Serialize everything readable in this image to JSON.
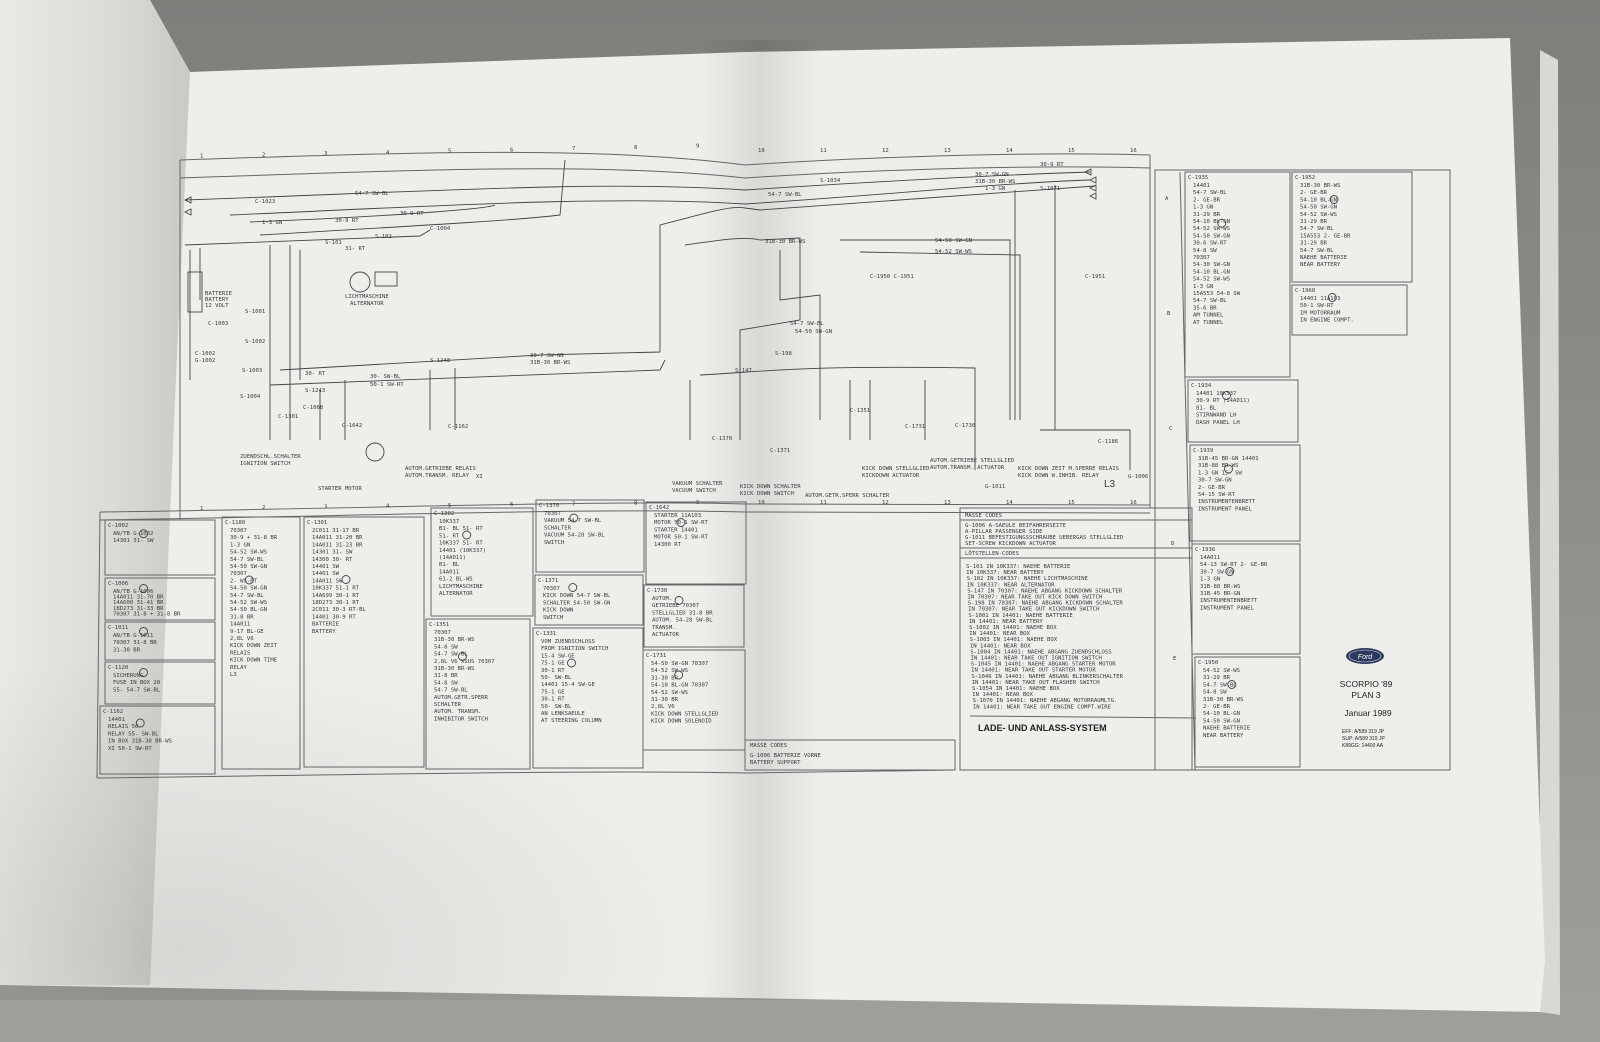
{
  "title_block": {
    "brand": "Ford",
    "model": "SCORPIO '89",
    "plan": "PLAN 3",
    "date": "Januar 1989",
    "refs": [
      "EFF: A/589 319 JP",
      "SUP: A/589 319 JP",
      "K89GG: 14400 AA"
    ]
  },
  "system_title": "LADE- UND ANLASS-SYSTEM",
  "grid_numbers": [
    "1",
    "2",
    "3",
    "4",
    "5",
    "6",
    "7",
    "8",
    "9",
    "10",
    "11",
    "12",
    "13",
    "14",
    "15",
    "16"
  ],
  "side_grid_letters": [
    "A",
    "B",
    "C",
    "D",
    "E"
  ],
  "masse_codes": {
    "heading": "MASSE CODES",
    "lines": [
      "G-1006 A-SAEULE BEIFAHRERSEITE",
      "       A-PILLAR PASSENGER SIDE",
      "G-1011 BEFESTIGUNGSSCHRAUBE UEBERGAS STELLGLIED",
      "       SET-SCREW KICKDOWN ACTUATOR"
    ]
  },
  "loetstellen_codes": {
    "heading": "LÖTSTELLEN-CODES",
    "lines": [
      "S-101  IN 10K337: NAEHE BATTERIE",
      "       IN 10K337: NEAR BATTERY",
      "S-102  IN 10K337: NAEHE LICHTMASCHINE",
      "       IN 10K337: NEAR ALTERNATOR",
      "S-147  IN 70307: NAEHE ABGANG KICKDOWN SCHALTER",
      "       IN 70307: NEAR TAKE OUT KICK DOWN SWITCH",
      "S-198  IN 70307: NAEHE ABGANG KICKDOWN SCHALTER",
      "       IN 70307: NEAR TAKE OUT KICKDOWN SWITCH",
      "S-1001 IN 14401: NAEHE BATTERIE",
      "       IN 14401: NEAR BATTERY",
      "S-1002 IN 14401: NAEHE BOX",
      "       IN 14401: NEAR BOX",
      "S-1003 IN 14401: NAEHE BOX",
      "       IN 14401: NEAR BOX",
      "S-1004 IN 14401: NAEHE ABGANG ZUENDSCHLOSS",
      "       IN 14401: NEAR TAKE OUT IGNITION SWITCH",
      "S-1045 IN 14401: NAEHE ABGANG STARTER MOTOR",
      "       IN 14401: NEAR TAKE OUT STARTER MOTOR",
      "S-1046 IN 14401: NAEHE ABGANG BLINKERSCHALTER",
      "       IN 14401: NEAR TAKE OUT FLASHER SWITCH",
      "S-1054 IN 14401: NAEHE BOX",
      "       IN 14401: NEAR BOX",
      "S-1070 IN 14401: NAEHE ABGANG MOTORRAUMLTG.",
      "       IN 14401: NEAR TAKE OUT ENGINE COMPT.WIRE"
    ]
  },
  "ground_codes": {
    "heading": "MASSE CODES",
    "lines": [
      "G-1006 BATTERIE VORNE",
      "BATTERY SUPPORT"
    ]
  },
  "diagram_labels": [
    "C-1023",
    "54-7 SW-BL",
    "1-3 GN",
    "30-9 RT",
    "30-9 RT",
    "C-1004",
    "S-101",
    "S-102",
    "31- RT",
    "LICHTMASCHINE",
    "ALTERNATOR",
    "BATTERIE",
    "BATTERY",
    "12 VOLT",
    "C-1003",
    "C-1002",
    "G-1002",
    "S-1001",
    "S-1002",
    "S-1003",
    "S-1004",
    "30- RT",
    "30- SW-BL",
    "50-1 SW-RT",
    "S-1243",
    "C-1301",
    "C-1068",
    "C-1642",
    "C-1162",
    "ZUENDSCHL.SCHALTER",
    "IGNITION SWITCH",
    "STARTER MOTOR",
    "AUTOM.GETRIEBE RELAIS",
    "AUTOM.TRANSM. RELAY",
    "S-1248",
    "30-7 SW-GN",
    "31B-30 BR-WS",
    "30-9 RT",
    "30-7 SW-GN",
    "31B-30 BR-WS",
    "1-3 GN",
    "S-1071",
    "54-7 SW-BL",
    "S-1034",
    "31B-30 BR-WS",
    "54-50 SW-GN",
    "54-52 SW-WS",
    "C-1950 C-1951",
    "C-1951",
    "54-7 SW-BL",
    "54-50 SW-GN",
    "S-198",
    "S-147",
    "C-1370",
    "C-1371",
    "C-1351",
    "C-1731",
    "C-1730",
    "C-1186",
    "VAKUUM SCHALTER",
    "VACUUM SWITCH",
    "KICK DOWN SCHALTER",
    "KICK DOWN SWITCH",
    "AUTOM.GETR.SPERR SCHALTER",
    "KICK DOWN STELLGLIED",
    "KICKDOWN ACTUATOR",
    "AUTOM.GETRIEBE STELLGLIED",
    "AUTOM.TRANSM. ACTUATOR",
    "KICK DOWN ZEIT M.SPERRE RELAIS",
    "KICK DOWN W.INHIB. RELAY",
    "L3",
    "G-1011",
    "G-1006",
    "XI"
  ],
  "connector_boxes": [
    {
      "id": "C-1002",
      "lines": [
        "AN/TB G-1002",
        "14301   31- SW"
      ]
    },
    {
      "id": "C-1006",
      "lines": [
        "AN/TB G-1006",
        "14A011  31-70 BR",
        "14A600  31-41 BR",
        "18D273  31-33 BR",
        "70307  31-8 + 31-8 BR"
      ]
    },
    {
      "id": "C-1011",
      "lines": [
        "AN/TB G-1011",
        "70307  31-8 BR",
        "       31-30 BR"
      ]
    },
    {
      "id": "C-1120",
      "lines": [
        "SICHERUNG",
        "FUSE IN BOX   20",
        "55-    54-7 SW-BL"
      ]
    },
    {
      "id": "C-1162",
      "lines": [
        "14401",
        "RELAIS   50-",
        "RELAY    55- SW-BL",
        "IN BOX   31B-30 BR-WS",
        "XI       50-1 SW-RT"
      ]
    },
    {
      "id": "C-1180",
      "lines": [
        "70307",
        "30-9 + 31-8 BR",
        "1-3 GN",
        "54-52 SW-WS",
        "54-7 SW-BL",
        "54-50 SW-GN",
        "70307",
        "2- WS-RT",
        "54-50 SW-GN",
        "54-7 SW-BL",
        "54-52 SW-WS",
        "54-50 BL-GN",
        "31-8 BR",
        "14A011",
        "9-17 BL-GE",
        "2,8L V6",
        "KICK DOWN ZEIT",
        "RELAIS",
        "KICK DOWN TIME",
        "RELAY",
        "L3"
      ]
    },
    {
      "id": "C-1301",
      "lines": [
        "2C011  31-17 BR",
        "14A011 31-20 BR",
        "14A011 31-23 BR",
        "14301  31- SW",
        "14300  30- RT",
        "14401  SW",
        "14401  SW",
        "14A011 SW",
        "10K337 51-1 RT",
        "14A699 30-1 RT",
        "18D273 30-1 RT",
        "2C011  30-3 RT-BL",
        "14401  30-9 RT",
        "BATTERIE",
        "BATTERY"
      ]
    },
    {
      "id": "C-1302",
      "lines": [
        "10K337",
        "B1- BL  51- RT",
        "51- RT",
        "10K337  51- RT",
        "14401 (10K337)",
        "(14A011)",
        "B1- BL",
        "14A011",
        "61-2 BL-WS",
        "LICHTMASCHINE",
        "ALTERNATOR"
      ]
    },
    {
      "id": "C-1351",
      "lines": [
        "70307",
        "31B-30 BR-WS",
        "54-8 SW",
        "54-7 SW-BL",
        "2,8L V6 XSUS   70307",
        "31B-30 BR-WS",
        "31-8 BR",
        "54-8 SW",
        "54-7 SW-BL",
        "AUTOM.GETR.SPERR",
        "SCHALTER",
        "AUTOM. TRANSM.",
        "INHIBITOR SWITCH"
      ]
    },
    {
      "id": "C-1370",
      "lines": [
        "70307",
        "VAKUUM   54-7 SW-BL",
        "SCHALTER",
        "VACUUM   54-28 SW-BL",
        "SWITCH"
      ]
    },
    {
      "id": "C-1371",
      "lines": [
        "70307",
        "KICK DOWN  54-7 SW-BL",
        "SCHALTER   54-50 SW-GN",
        "KICK DOWN",
        "SWITCH"
      ]
    },
    {
      "id": "C-1331",
      "lines": [
        "VOM ZUENDSCHLOSS",
        "FROM IGNITION SWITCH",
        "15-4 SW-GE",
        "75-1 GE",
        "30-1 RT",
        "50- SW-BL",
        "14401   15-4 SW-GE",
        "75-1 GE",
        "30-1 RT",
        "50- SW-BL",
        "AN LENKSAEULE",
        "AT STEERING COLUMN"
      ]
    },
    {
      "id": "C-1642",
      "lines": [
        "STARTER   11A103",
        "MOTOR     50-1 SW-RT",
        "STARTER   14401",
        "MOTOR     50-1 SW-RT",
        "14300  RT"
      ]
    },
    {
      "id": "C-1730",
      "lines": [
        "AUTOM.",
        "GETRIEBE       70307",
        "STELLGLIED   31-8 BR",
        "AUTOM.       54-28 SW-BL",
        "TRANSM.",
        "ACTUATOR"
      ]
    },
    {
      "id": "C-1731",
      "lines": [
        "54-50 SW-GN   70307",
        "54-52 SW-WS",
        "31-30 BR",
        "54-10 BL-GN   70307",
        "54-52 SW-WS",
        "31-30 BR",
        "2,8L V6",
        "KICK DOWN STELLGLIED",
        "KICK DOWN SOLENOID"
      ]
    },
    {
      "id": "C-1935",
      "lines": [
        "14401",
        "54-7 SW-BL",
        "2- GE-BR",
        "1-3 GN",
        "31-29 BR",
        "54-10 BL-GN",
        "54-52 SW-WS",
        "54-50 SW-GN",
        "30-6 SW-RT",
        "54-8 SW",
        "70307",
        "54-30 SW-GN",
        "54-10 BL-GN",
        "54-52 SW-WS",
        "1-3 GN",
        "15A553  54-8 SW",
        "54-7 SW-BL",
        "35-6 BR",
        "AM TUNNEL",
        "AT TUNNEL"
      ]
    },
    {
      "id": "C-1952",
      "lines": [
        "31B-30 BR-WS",
        "2- GE-BR",
        "54-10 BL-GN",
        "54-50 SW-GN",
        "54-52 SW-WS",
        "31-29 BR",
        "54-7 SW-BL",
        "15A553  2- GE-BR",
        "31-29 BR",
        "54-7 SW-BL",
        "NAEHE BATTERIE",
        "NEAR BATTERY"
      ]
    },
    {
      "id": "C-1968",
      "lines": [
        "14401        11A103",
        "50-1 SW-RT",
        "IM MOTORRAUM",
        "IN ENGINE COMPT."
      ]
    },
    {
      "id": "C-1934",
      "lines": [
        "14401     10K337",
        "30-9 RT  (14A011)",
        "81- BL",
        "STIRNWAND LH",
        "DASH PANEL LH"
      ]
    },
    {
      "id": "C-1939",
      "lines": [
        "31B-45 BR-GN   14401",
        "31B-88 BR-WS",
        "1-3 GN   15- SW",
        "30-7 SW-GN",
        "2- GE-BR",
        "54-15 SW-RT",
        "INSTRUMENTENBRETT",
        "INSTRUMENT PANEL"
      ]
    },
    {
      "id": "C-1936",
      "lines": [
        "14A011",
        "54-13 SW-RT  2- GE-BR",
        "30-7 SW-GN",
        "1-3 GN",
        "31B-88 BR-WS",
        "31B-45 BR-GN",
        "INSTRUMENTENBRETT",
        "INSTRUMENT PANEL"
      ]
    },
    {
      "id": "C-1950",
      "lines": [
        "54-52 SW-WS",
        "31-29 BR",
        "54-7 SW-BL",
        "54-8 SW",
        "31B-30 BR-WS",
        "2- GE-BR",
        "54-10 BL-GN",
        "54-50 SW-GN",
        "NAEHE BATTERIE",
        "NEAR BATTERY"
      ]
    }
  ],
  "colors": {
    "page": "#eeeeeb",
    "ink": "#3a3a3a",
    "background": "#8e8d8a"
  }
}
